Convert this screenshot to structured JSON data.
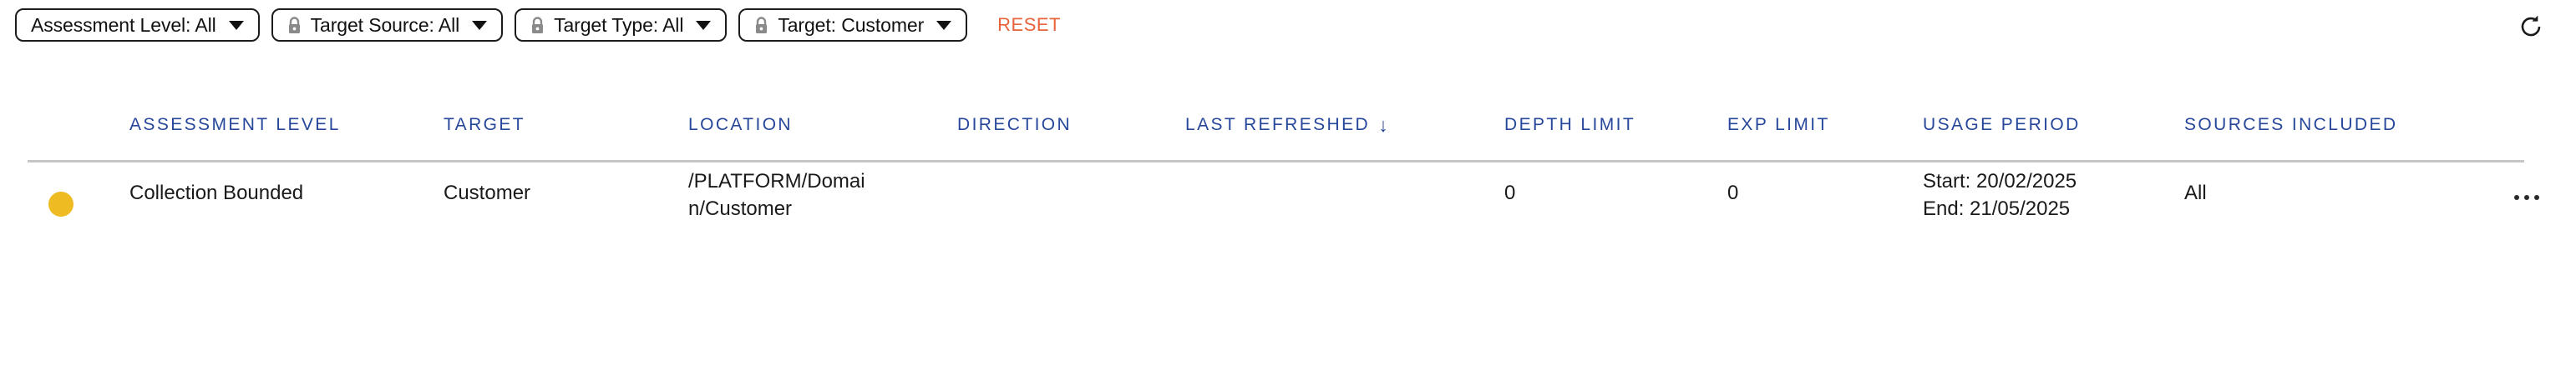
{
  "filters": {
    "chips": [
      {
        "label": "Assessment Level: All",
        "locked": false
      },
      {
        "label": "Target Source: All",
        "locked": true
      },
      {
        "label": "Target Type: All",
        "locked": true
      },
      {
        "label": "Target: Customer",
        "locked": true
      }
    ],
    "reset_label": "RESET",
    "refresh_icon": "refresh-icon"
  },
  "table": {
    "columns": [
      {
        "key": "assessment_level",
        "label": "ASSESSMENT LEVEL",
        "sorted": false
      },
      {
        "key": "target",
        "label": "TARGET",
        "sorted": false
      },
      {
        "key": "location",
        "label": "LOCATION",
        "sorted": false
      },
      {
        "key": "direction",
        "label": "DIRECTION",
        "sorted": false
      },
      {
        "key": "last_refreshed",
        "label": "LAST REFRESHED",
        "sorted": true,
        "sort_arrow": "↓"
      },
      {
        "key": "depth_limit",
        "label": "DEPTH LIMIT",
        "sorted": false
      },
      {
        "key": "exp_limit",
        "label": "EXP LIMIT",
        "sorted": false
      },
      {
        "key": "usage_period",
        "label": "USAGE PERIOD",
        "sorted": false
      },
      {
        "key": "sources_included",
        "label": "SOURCES INCLUDED",
        "sorted": false
      }
    ],
    "rows": [
      {
        "status_color": "#EFBB23",
        "assessment_level": "Collection Bounded",
        "target": "Customer",
        "location": "/PLATFORM/Domain/Customer",
        "direction": "",
        "last_refreshed": "",
        "depth_limit": "0",
        "exp_limit": "0",
        "usage_start": "Start: 20/02/2025",
        "usage_end": "End: 21/05/2025",
        "sources_included": "All",
        "menu_icon": "more-horizontal-icon"
      }
    ]
  },
  "colors": {
    "header_text": "#27479B",
    "reset": "#E8633A",
    "status_amber": "#EFBB23",
    "separator": "#C6C6C6"
  }
}
